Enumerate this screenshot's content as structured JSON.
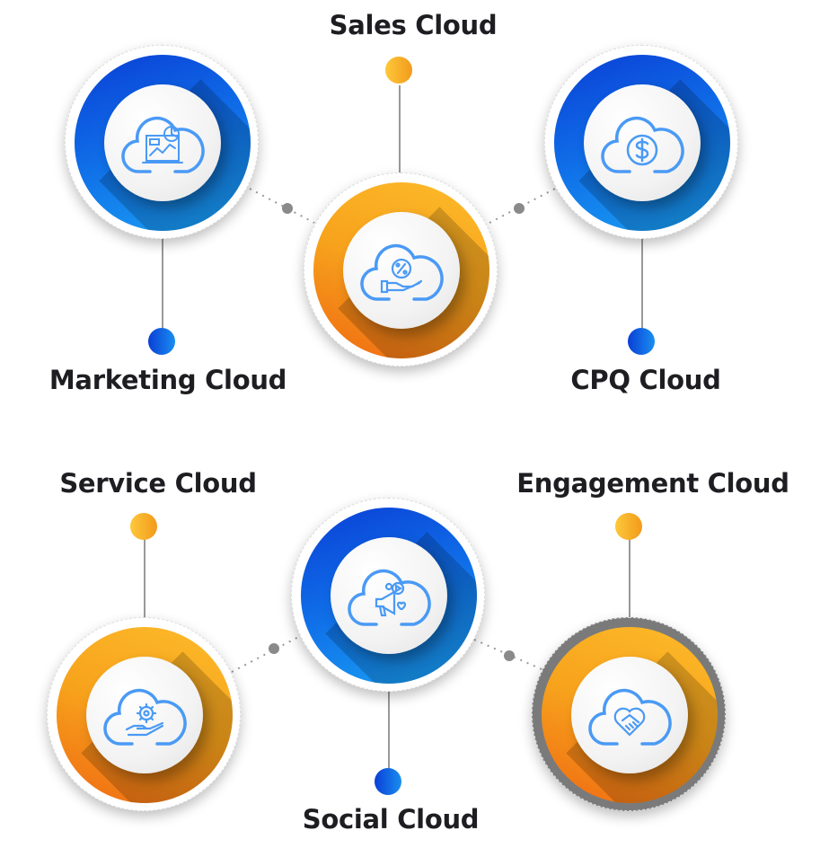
{
  "nodes": [
    {
      "id": "marketing",
      "label": "Marketing Cloud",
      "color": "blue",
      "icon": "cloud-analytics-laptop-icon"
    },
    {
      "id": "sales",
      "label": "Sales Cloud",
      "color": "orange",
      "icon": "cloud-discount-hand-icon"
    },
    {
      "id": "cpq",
      "label": "CPQ Cloud",
      "color": "blue",
      "icon": "cloud-dollar-icon"
    },
    {
      "id": "service",
      "label": "Service Cloud",
      "color": "orange",
      "icon": "cloud-gear-hand-icon"
    },
    {
      "id": "social",
      "label": "Social Cloud",
      "color": "blue",
      "icon": "cloud-megaphone-icon"
    },
    {
      "id": "engagement",
      "label": "Engagement Cloud",
      "color": "orange",
      "icon": "cloud-handshake-heart-icon"
    }
  ],
  "colors": {
    "blue": "#0a3fd6",
    "orange": "#f7a21c",
    "icon": "#4a9af5",
    "text": "#1e1e22",
    "connector": "#8a8a8a"
  }
}
